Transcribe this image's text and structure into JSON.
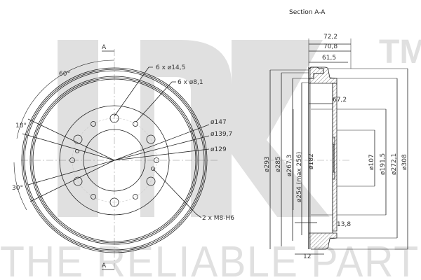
{
  "watermark": {
    "logo": "NK",
    "trademark": "TM",
    "tagline": "THE RELIABLE PART",
    "color": "#e0e0e0"
  },
  "front_view": {
    "section_marker_top": "A",
    "section_marker_bottom": "A",
    "angles": {
      "a60": "60°",
      "a18": "18°",
      "a30": "30°"
    },
    "callouts": {
      "big_holes": "6 x ø14,5",
      "small_holes": "6 x ø8,1",
      "d147": "ø147",
      "d139_7": "ø139,7",
      "d129": "ø129",
      "threads": "2 x M8-H6"
    }
  },
  "section_view": {
    "title": "Section A-A",
    "widths": {
      "w72_2": "72,2",
      "w70_8": "70,8",
      "w61_5": "61,5",
      "w67_2": "67,2",
      "w13_8": "13,8",
      "w12": "12"
    },
    "diameters_left": {
      "d293": "ø293",
      "d285": "ø285",
      "d267_3": "ø267,3",
      "d254": "ø254 (max 256)",
      "d182": "ø182"
    },
    "diameters_right": {
      "d107": "ø107",
      "d191_5": "ø191,5",
      "d272_1": "ø272,1",
      "d308": "ø308"
    }
  },
  "colors": {
    "line": "#222222",
    "dim": "#444444",
    "hatch": "#555555"
  }
}
